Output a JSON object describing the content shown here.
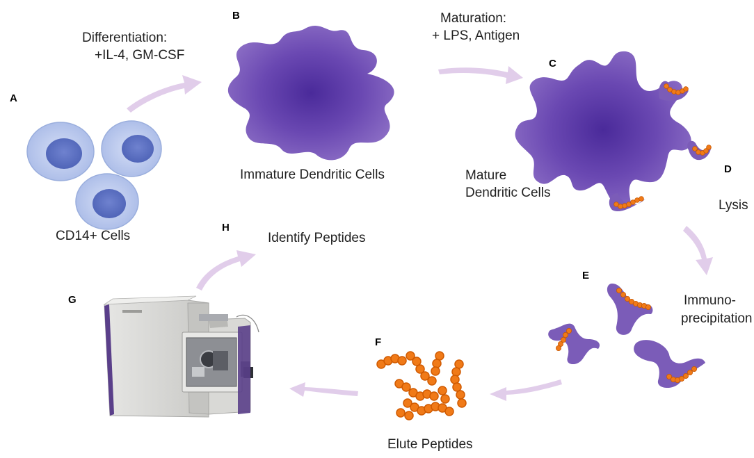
{
  "steps": [
    {
      "letter": "A",
      "label": "CD14+ Cells"
    },
    {
      "letter": "B",
      "label": "Immature Dendritic Cells"
    },
    {
      "letter": "C",
      "label_line1": "Mature",
      "label_line2": "Dendritic Cells"
    },
    {
      "letter": "D",
      "label": "Lysis"
    },
    {
      "letter": "E",
      "label_line1": "Immuno-",
      "label_line2": "precipitation"
    },
    {
      "letter": "F",
      "label": "Elute Peptides"
    },
    {
      "letter": "G"
    },
    {
      "letter": "H",
      "label": "Identify Peptides"
    }
  ],
  "arrows": {
    "differentiation_line1": "Differentiation:",
    "differentiation_line2": "+IL-4, GM-CSF",
    "maturation_line1": "Maturation:",
    "maturation_line2": "+ LPS, Antigen"
  },
  "colors": {
    "cell_purple": "#7b5cb8",
    "cell_core": "#4a2a9a",
    "monocyte_fill": "#b9c8ee",
    "monocyte_nucleus": "#5a6fc0",
    "arrow": "#e1cdea",
    "peptide": "#f07a18"
  }
}
